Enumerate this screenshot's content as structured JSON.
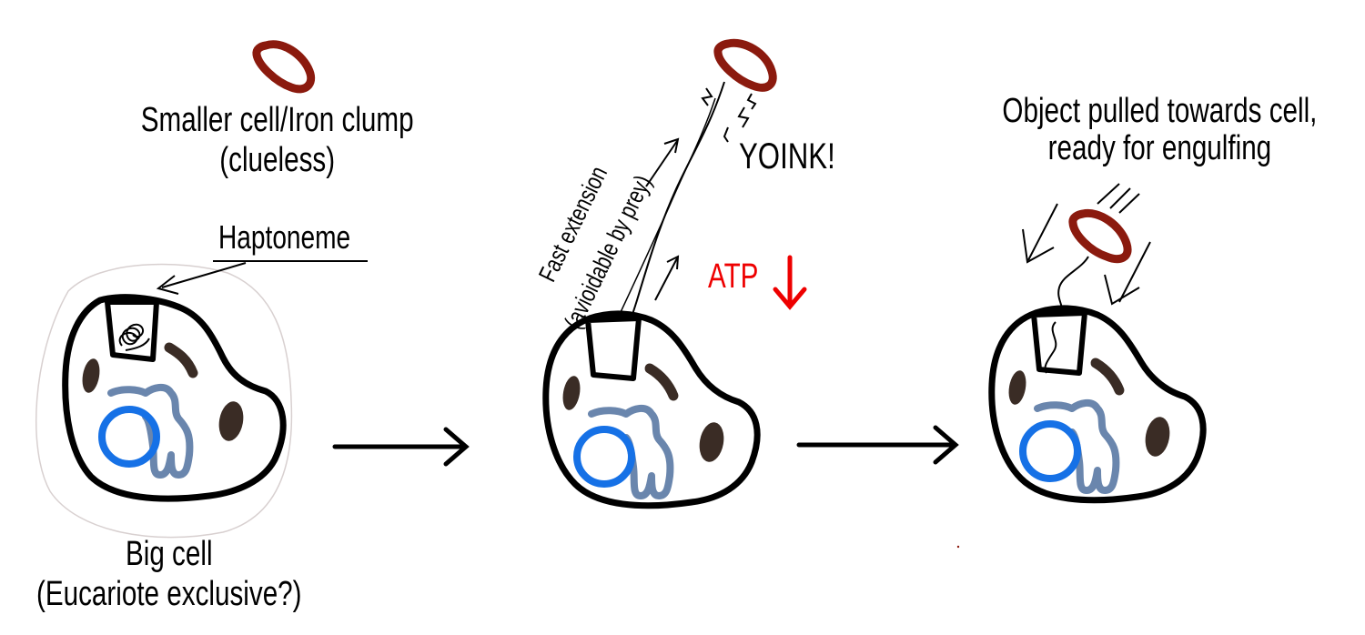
{
  "panel1": {
    "prey_label_line1": "Smaller cell/Iron clump",
    "prey_label_line2": "(clueless)",
    "haptoneme_label": "Haptoneme",
    "cell_label_line1": "Big cell",
    "cell_label_line2": "(Eucariote exclusive?)"
  },
  "panel2": {
    "extension_label_line1": "Fast extension",
    "extension_label_line2": "(avioidable by prey)",
    "yoink_label": "YOINK!",
    "atp_label": "ATP"
  },
  "panel3": {
    "result_label_line1": "Object pulled towards cell,",
    "result_label_line2": "ready for engulfing"
  },
  "colors": {
    "prey": "#8b1a0e",
    "organelle": "#3a2c25",
    "nucleus": "#1671e6",
    "er": "#6a86ad",
    "atp": "#ee0000"
  }
}
